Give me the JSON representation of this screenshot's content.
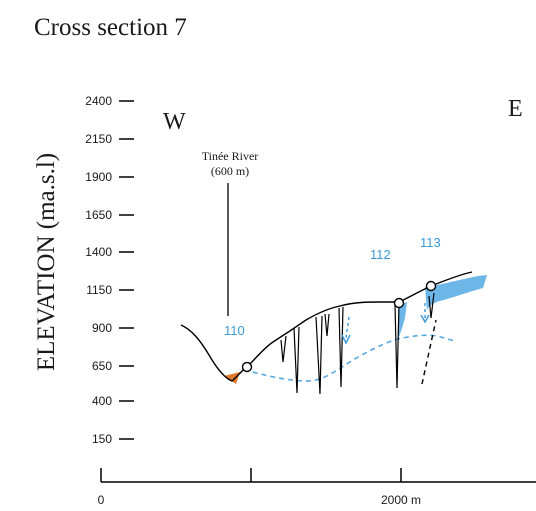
{
  "title": "Cross section 7",
  "y_axis": {
    "label": "ELEVATION (ma.s.l)",
    "ticks": [
      "2400",
      "2150",
      "1900",
      "1650",
      "1400",
      "1150",
      "900",
      "650",
      "400",
      "150"
    ]
  },
  "x_axis": {
    "ticks": [
      "0",
      "2000 m"
    ]
  },
  "orientation": {
    "west": "W",
    "east": "E"
  },
  "river": {
    "name": "Tinée River",
    "elevation": "(600 m)"
  },
  "points": [
    "110",
    "112",
    "113"
  ],
  "colors": {
    "text": "#1a1a1a",
    "profile": "#000000",
    "blue_label": "#3a9ad9",
    "blue_fill": "#6cb6e8",
    "blue_dashed": "#57a9e2",
    "orange_deposit": "#e07a2a"
  }
}
